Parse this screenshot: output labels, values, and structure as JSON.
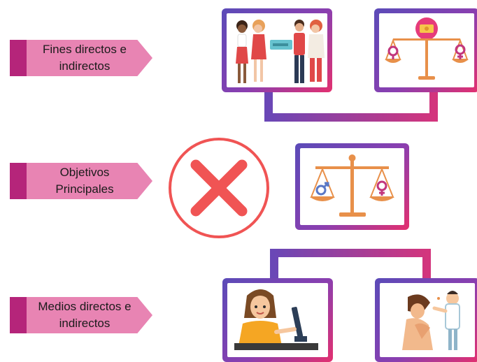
{
  "labels": {
    "fines": "Fines directos e\nindirectos",
    "objetivos": "Objetivos\nPrincipales",
    "medios": "Medios directos e\nindirectos"
  },
  "icons": {
    "top_left": "people-handshake-icon",
    "top_right": "gender-pay-scale-icon",
    "center": "gender-balance-scale-icon",
    "bottom_left": "office-worker-icon",
    "bottom_right": "medical-care-icon",
    "no_symbol": "red-x-icon"
  },
  "colors": {
    "tag_stripe": "#b5257a",
    "tag_body": "#e884b3",
    "frame_start": "#5b4bb8",
    "frame_end": "#e3306f",
    "x_mark": "#f05454"
  }
}
